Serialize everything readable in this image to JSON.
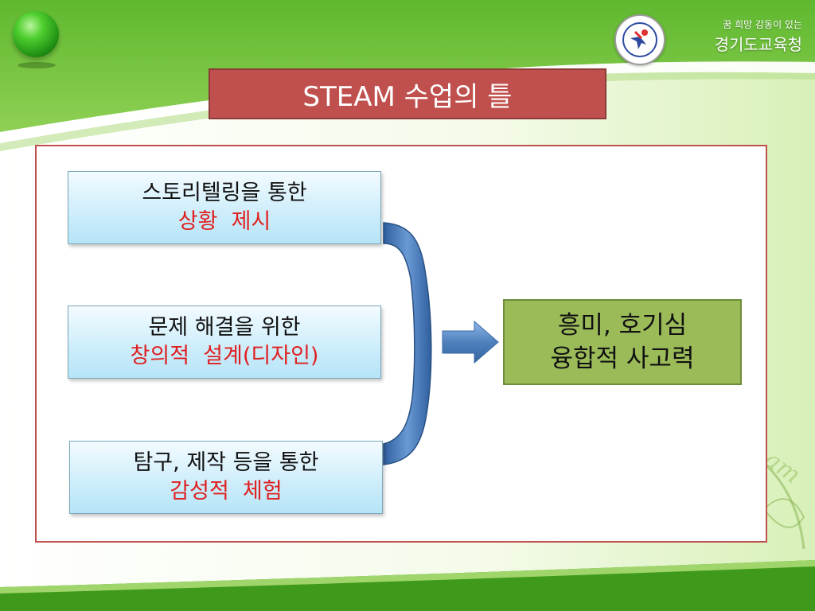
{
  "header": {
    "slogan": "꿈 희망 감동이 있는",
    "agency": "경기도교육청"
  },
  "slide": {
    "title": "STEAM 수업의 틀"
  },
  "topics": [
    {
      "line1": "스토리텔링을 통한",
      "line2": "상황  제시"
    },
    {
      "line1": "문제 해결을 위한",
      "line2": "창의적  설계(디자인)"
    },
    {
      "line1": "탐구, 제작 등을 통한",
      "line2": "감성적  체험"
    }
  ],
  "result": {
    "line1": "흥미, 호기심",
    "line2": "융합적 사고력"
  },
  "colors": {
    "title_bg": "#c0504d",
    "frame_border": "#c0504d",
    "topic_fill": "#b6e4f7",
    "highlight_text": "#e02020",
    "result_fill": "#9bbb59",
    "connector": "#4f81bd"
  },
  "watermark": "am"
}
